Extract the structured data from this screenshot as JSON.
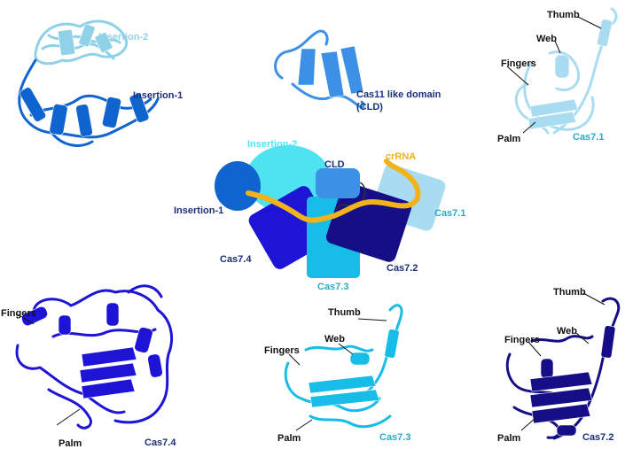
{
  "colors": {
    "insertion1": "#0f64cf",
    "insertion2": "#8fd2e8",
    "insertion2_schematic": "#4fe3f2",
    "cld": "#3c91e6",
    "cas71": "#a9dcf0",
    "cas74": "#1e14d6",
    "cas73": "#17bde6",
    "cas72": "#150e86",
    "crrna": "#f2b21a",
    "label_dark": "#1b2f7a",
    "label_cyan": "#2ba9c9"
  },
  "icons": [
    "protein-ribbon-icon",
    "schematic-block-icon"
  ],
  "panels": {
    "insertions": {
      "insertion2_label": "Insertion-2",
      "insertion1_label": "Insertion-1"
    },
    "cld": {
      "label_line1": "Cas11 like domain",
      "label_line2": "(CLD)"
    },
    "cas71": {
      "thumb": "Thumb",
      "web": "Web",
      "fingers": "Fingers",
      "palm": "Palm",
      "name": "Cas7.1"
    },
    "schematic": {
      "insertion2": "Insertion-2",
      "cld": "CLD",
      "crrna": "crRNA",
      "insertion1": "Insertion-1",
      "cas71": "Cas7.1",
      "cas74": "Cas7.4",
      "cas73": "Cas7.3",
      "cas72": "Cas7.2"
    },
    "cas74": {
      "fingers": "Fingers",
      "palm": "Palm",
      "name": "Cas7.4"
    },
    "cas73": {
      "thumb": "Thumb",
      "web": "Web",
      "fingers": "Fingers",
      "palm": "Palm",
      "name": "Cas7.3"
    },
    "cas72": {
      "thumb": "Thumb",
      "web": "Web",
      "fingers": "Fingers",
      "palm": "Palm",
      "name": "Cas7.2"
    }
  }
}
